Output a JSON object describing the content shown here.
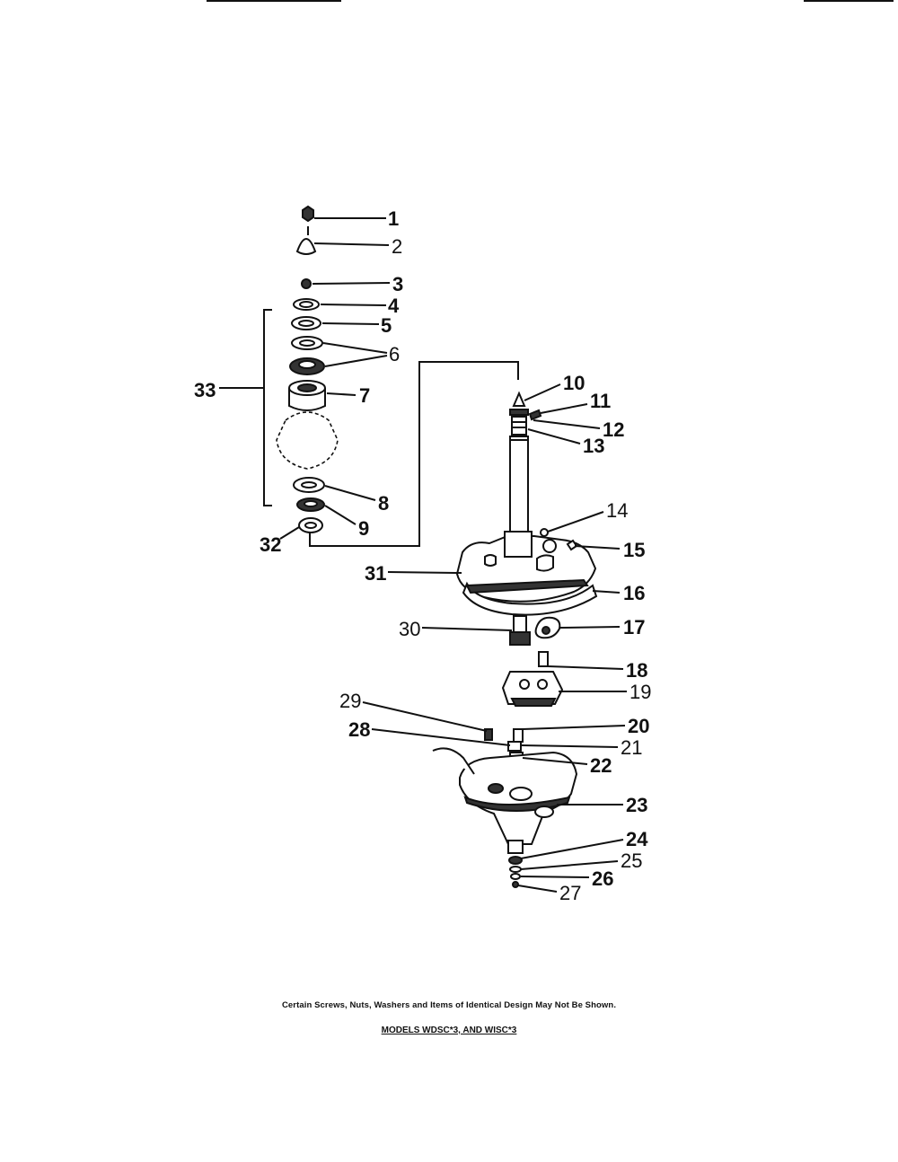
{
  "callouts": [
    "1",
    "2",
    "3",
    "4",
    "5",
    "6",
    "7",
    "8",
    "9",
    "10",
    "11",
    "12",
    "13",
    "14",
    "15",
    "16",
    "17",
    "18",
    "19",
    "20",
    "21",
    "22",
    "23",
    "24",
    "25",
    "26",
    "27",
    "28",
    "29",
    "30",
    "31",
    "32",
    "33"
  ],
  "footer": {
    "disclaimer": "Certain Screws, Nuts, Washers and Items of Identical Design May Not Be Shown.",
    "models": "MODELS WDSC*3, AND WISC*3"
  }
}
